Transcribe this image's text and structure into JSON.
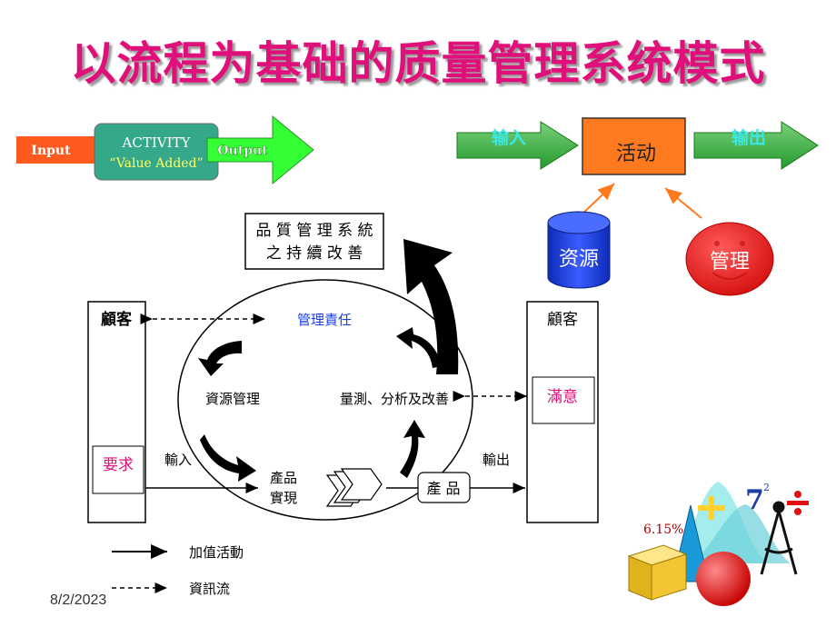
{
  "slide": {
    "title": "以流程为基础的质量管理系统模式",
    "date": "8/2/2023"
  },
  "left_flow": {
    "input": "Input",
    "activity": "ACTIVITY",
    "value_added": "“Value Added”",
    "output": "Output"
  },
  "right_flow": {
    "input": "输入",
    "activity": "活动",
    "output": "输出",
    "resource": "资源",
    "management": "管理"
  },
  "qms_model": {
    "improvement_box": [
      "品 質 管 理 系 統",
      "之 持 續 改 善"
    ],
    "customer_left": "顧客",
    "customer_right": "顧客",
    "requirements": "要求",
    "satisfaction": "滿意",
    "management_responsibility": "管理責任",
    "resource_management": "資源管理",
    "measurement": "量測、分析及改善",
    "realization_line1": "產品",
    "realization_line2": "實現",
    "input": "輸入",
    "output": "輸出",
    "product": "產 品"
  },
  "legend": {
    "value_activity": "加值活動",
    "information_flow": "資訊流"
  },
  "clipart": {
    "percent": "6.15%",
    "number": "7",
    "superscript": "2"
  },
  "colors": {
    "title": "#e0107a",
    "green_arrow": "#2ea82e",
    "activity_box": "#ff7a1e",
    "resource_cylinder": "#1a3ee6",
    "management_circle": "#ee1c1c",
    "input_arrow_left": "#ff5a1e",
    "pink_text": "#e0107a",
    "blue_text": "#1a3ee6"
  }
}
